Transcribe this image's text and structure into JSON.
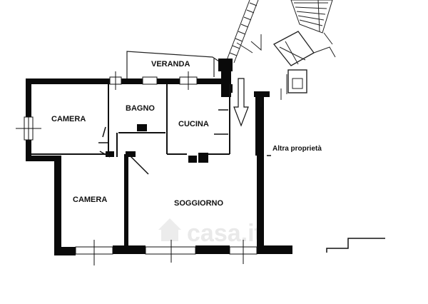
{
  "rooms": {
    "veranda": "VERANDA",
    "camera_1": "CAMERA",
    "bagno": "BAGNO",
    "cucina": "CUCINA",
    "camera_2": "CAMERA",
    "soggiorno": "SOGGIORNO"
  },
  "notes": {
    "altra_proprieta": "Altra proprietà"
  },
  "watermark": {
    "text": "casa.it"
  }
}
